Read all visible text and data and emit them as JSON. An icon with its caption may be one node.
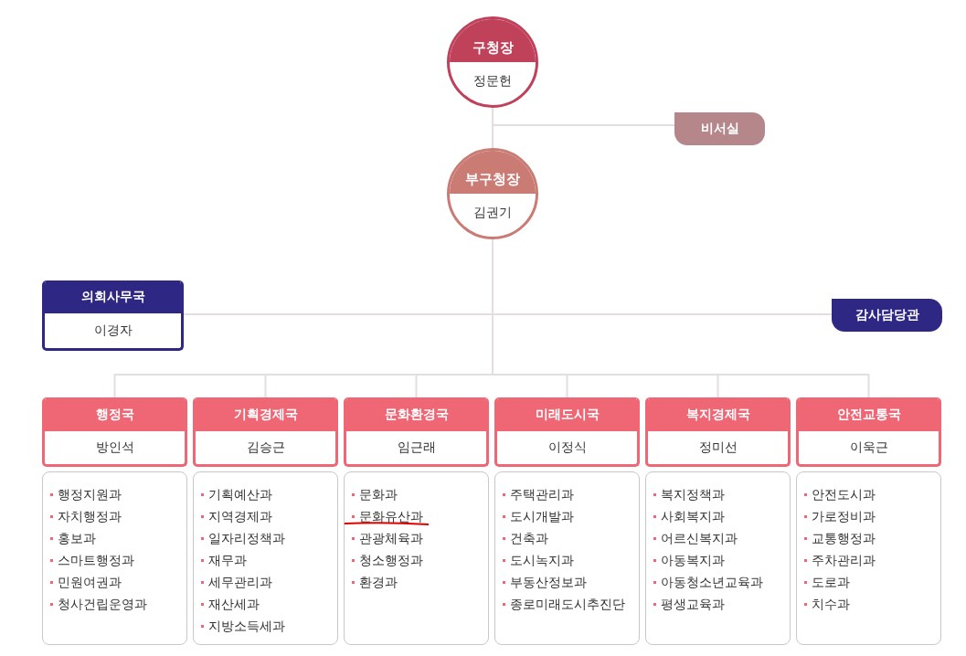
{
  "diagram": {
    "nodes": [
      {
        "text": [
          "구청장",
          "정문헌"
        ]
      },
      {
        "text": [
          "비서실"
        ]
      },
      {
        "text": [
          "부구청장",
          "김권기"
        ]
      },
      {
        "text": [
          "의회사무국",
          "이경자"
        ]
      },
      {
        "text": [
          "감사담당관"
        ]
      },
      {
        "text": [
          "행정국",
          "방인석"
        ]
      },
      {
        "text": [
          "기획경제국",
          "김승근"
        ]
      },
      {
        "text": [
          "문화환경국",
          "임근래"
        ]
      },
      {
        "text": [
          "미래도시국",
          "이정식"
        ]
      },
      {
        "text": [
          "복지경제국",
          "정미선"
        ]
      },
      {
        "text": [
          "안전교통국",
          "이욱근"
        ]
      },
      {
        "text": [
          "행정지원과",
          "자치행정과",
          "홍보과",
          "스마트행정과",
          "민원여권과",
          "청사건립운영과"
        ]
      },
      {
        "text": [
          "기획예산과",
          "지역경제과",
          "일자리정책과",
          "재무과",
          "세무관리과",
          "재산세과",
          "지방소득세과"
        ]
      },
      {
        "text": [
          "문화과",
          "문화유산과",
          "관광체육과",
          "청소행정과",
          "환경과"
        ]
      },
      {
        "text": [
          "주택관리과",
          "도시개발과",
          "건축과",
          "도시녹지과",
          "부동산정보과",
          "종로미래도시추진단"
        ]
      },
      {
        "text": [
          "복지정책과",
          "사회복지과",
          "어르신복지과",
          "아동복지과",
          "아동청소년교육과",
          "평생교육과"
        ]
      },
      {
        "text": [
          "안전도시과",
          "가로정비과",
          "교통행정과",
          "주차관리과",
          "도로과",
          "치수과"
        ]
      }
    ],
    "edges": [
      {
        "from": 0,
        "to": 1,
        "arrow": "none"
      },
      {
        "from": 0,
        "to": 2,
        "arrow": "none"
      },
      {
        "from": 2,
        "to": 3,
        "arrow": "none"
      },
      {
        "from": 2,
        "to": 4,
        "arrow": "none"
      },
      {
        "from": 2,
        "to": 5,
        "arrow": "none"
      },
      {
        "from": 2,
        "to": 6,
        "arrow": "none"
      },
      {
        "from": 2,
        "to": 7,
        "arrow": "none"
      },
      {
        "from": 2,
        "to": 8,
        "arrow": "none"
      },
      {
        "from": 2,
        "to": 9,
        "arrow": "none"
      },
      {
        "from": 2,
        "to": 10,
        "arrow": "none"
      }
    ]
  }
}
